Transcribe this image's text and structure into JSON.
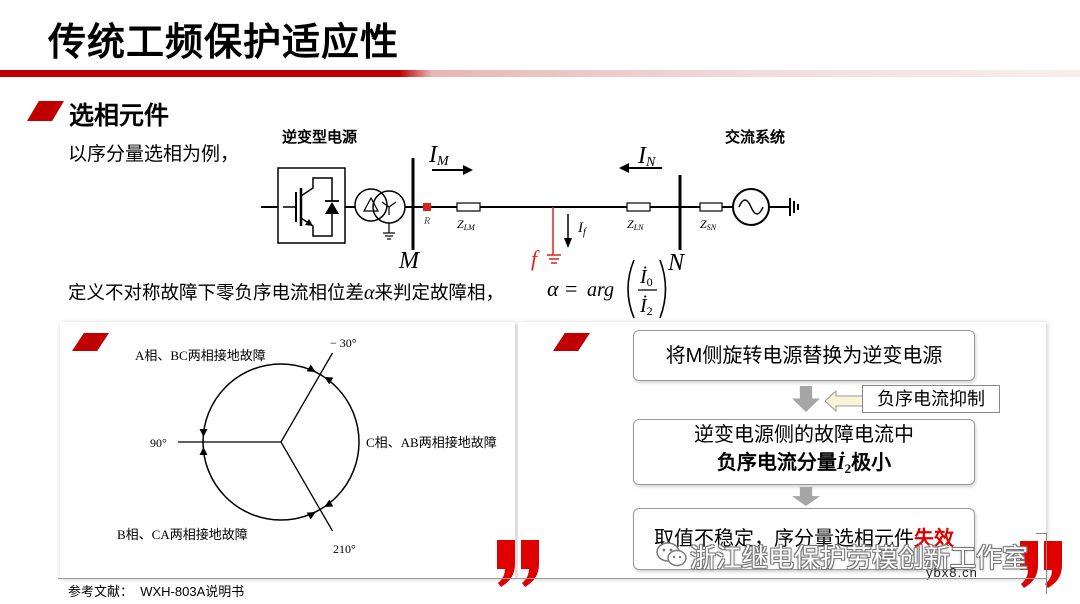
{
  "slide": {
    "title": "传统工频保护适应性",
    "section_title": "选相元件",
    "intro": "以序分量选相为例，",
    "definition_prefix": "定义不对称故障下零负序电流相位差",
    "definition_symbol": "α",
    "definition_suffix": "来判定故障相，",
    "reference": "参考文献：  WXH-803A说明书"
  },
  "formula": {
    "alpha": "α",
    "equals": "=",
    "func": "arg",
    "numerator": "İ",
    "numerator_sub": "0",
    "denominator": "İ",
    "denominator_sub": "2"
  },
  "circuit": {
    "inverter_source_label": "逆变型电源",
    "ac_system_label": "交流系统",
    "bus_m": "M",
    "bus_n": "N",
    "relay_label": "R",
    "current_m": {
      "main": "I",
      "sub": "M"
    },
    "current_n": {
      "main": "I",
      "sub": "N"
    },
    "current_f": {
      "main": "I",
      "sub": "f"
    },
    "fault": "f",
    "z_lm": {
      "main": "Z",
      "sub": "LM"
    },
    "z_ln": {
      "main": "Z",
      "sub": "LN"
    },
    "z_sn": {
      "main": "Z",
      "sub": "SN"
    }
  },
  "phasor": {
    "region_a": "A相、BC两相接地故障",
    "region_c": "C相、AB两相接地故障",
    "region_b": "B相、CA两相接地故障",
    "angle_top": "− 30°",
    "angle_left": "90°",
    "angle_bottom": "210°"
  },
  "flow": {
    "step1": "将M侧旋转电源替换为逆变电源",
    "side_note": "负序电流抑制",
    "step2_line1": "逆变电源侧的故障电流中",
    "step2_line2_prefix": "负序电流分量",
    "step2_symbol": "İ",
    "step2_symbol_sub": "2",
    "step2_line2_suffix": "极小",
    "step3_prefix": "取值不稳定，序分量选相元件",
    "step3_emphasis": "失效"
  },
  "watermark": {
    "text": "浙江继电保护劳模创新工作室",
    "site": "ybx8.cn"
  },
  "colors": {
    "accent": "#c00000",
    "fault": "#e0201c",
    "arrow_gray": "#a6a6a6",
    "quote_red": "#e00000"
  }
}
